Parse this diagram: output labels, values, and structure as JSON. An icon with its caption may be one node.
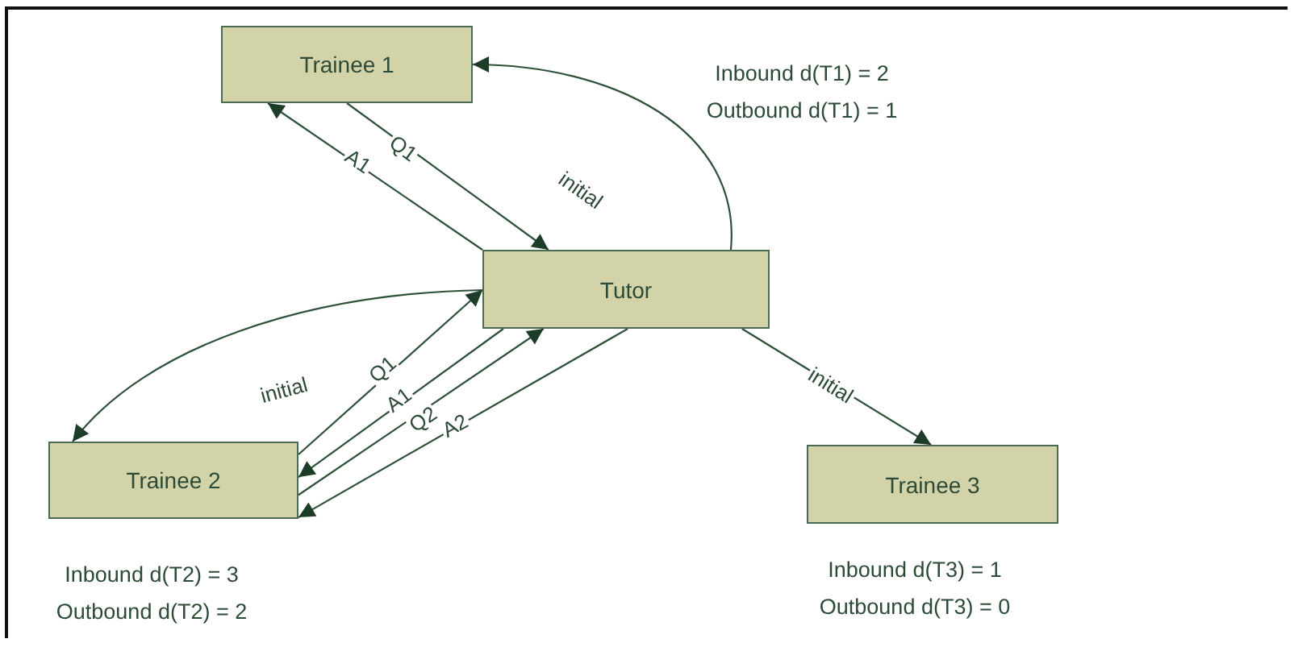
{
  "diagram": {
    "nodes": [
      {
        "text": [
          "Trainee 1"
        ],
        "beside": [
          "Inbound d(T1) = 2",
          "Outbound d(T1) = 1"
        ]
      },
      {
        "text": [
          "Tutor"
        ]
      },
      {
        "text": [
          "Trainee 2"
        ],
        "beside": [
          "Inbound d(T2) = 3",
          "Outbound d(T2) = 2"
        ]
      },
      {
        "text": [
          "Trainee 3"
        ],
        "beside": [
          "Inbound d(T3) = 1",
          "Outbound d(T3) = 0"
        ]
      }
    ],
    "edges": [
      {
        "from": 0,
        "to": 1,
        "arrow": "to",
        "label": "Q1"
      },
      {
        "from": 1,
        "to": 0,
        "arrow": "to",
        "label": "A1"
      },
      {
        "from": 1,
        "to": 0,
        "arrow": "to",
        "label": "initial"
      },
      {
        "from": 1,
        "to": 2,
        "arrow": "to",
        "label": "initial"
      },
      {
        "from": 2,
        "to": 1,
        "arrow": "to",
        "label": "Q1"
      },
      {
        "from": 1,
        "to": 2,
        "arrow": "to",
        "label": "A1"
      },
      {
        "from": 2,
        "to": 1,
        "arrow": "to",
        "label": "Q2"
      },
      {
        "from": 1,
        "to": 2,
        "arrow": "to",
        "label": "A2"
      },
      {
        "from": 1,
        "to": 3,
        "arrow": "to",
        "label": "initial"
      }
    ]
  }
}
